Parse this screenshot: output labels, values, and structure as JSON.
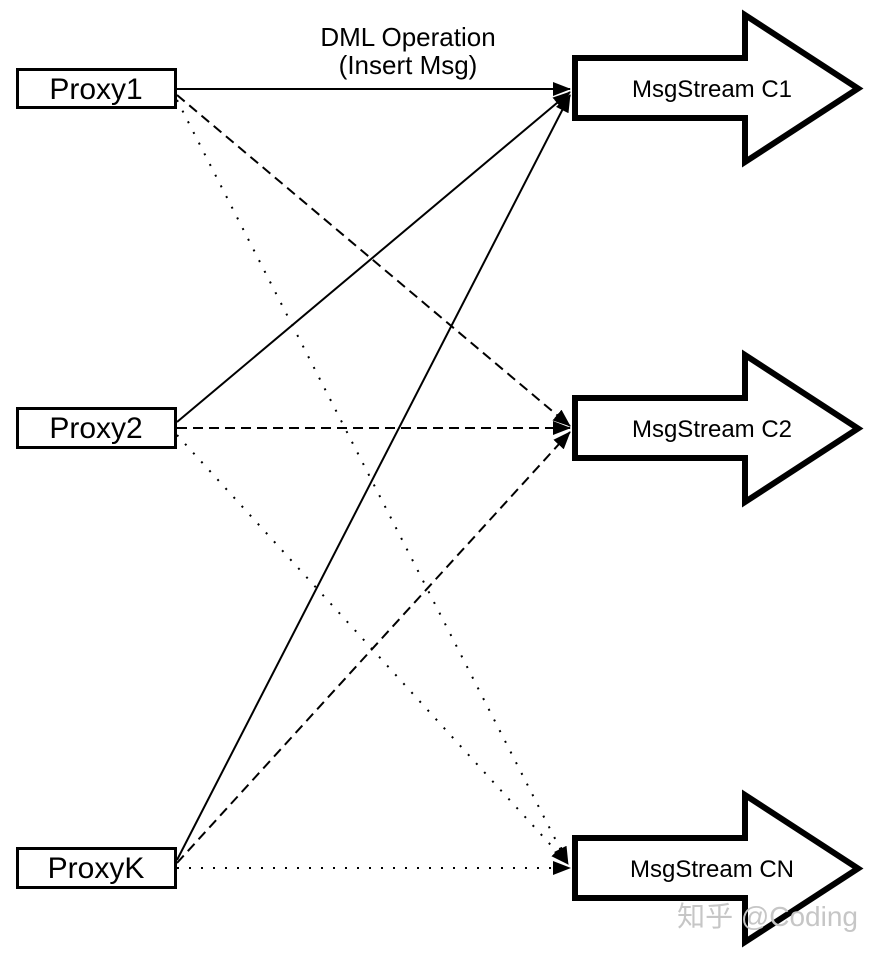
{
  "title": {
    "line1": "DML Operation",
    "line2": "(Insert Msg)"
  },
  "proxies": [
    {
      "id": "proxy1",
      "label": "Proxy1"
    },
    {
      "id": "proxy2",
      "label": "Proxy2"
    },
    {
      "id": "proxyk",
      "label": "ProxyK"
    }
  ],
  "streams": [
    {
      "id": "c1",
      "label": "MsgStream C1"
    },
    {
      "id": "c2",
      "label": "MsgStream C2"
    },
    {
      "id": "cn",
      "label": "MsgStream CN"
    }
  ],
  "edges": [
    {
      "from": "proxy1",
      "to": "c1",
      "style": "solid"
    },
    {
      "from": "proxy1",
      "to": "c2",
      "style": "dashed"
    },
    {
      "from": "proxy1",
      "to": "cn",
      "style": "dotted"
    },
    {
      "from": "proxy2",
      "to": "c1",
      "style": "solid"
    },
    {
      "from": "proxy2",
      "to": "c2",
      "style": "dashed"
    },
    {
      "from": "proxy2",
      "to": "cn",
      "style": "dotted"
    },
    {
      "from": "proxyk",
      "to": "c1",
      "style": "solid"
    },
    {
      "from": "proxyk",
      "to": "c2",
      "style": "dashed"
    },
    {
      "from": "proxyk",
      "to": "cn",
      "style": "dotted"
    }
  ],
  "watermark": "知乎 @Coding",
  "colors": {
    "ink": "#000000",
    "paper": "#ffffff",
    "watermark": "#c6c6c6"
  }
}
